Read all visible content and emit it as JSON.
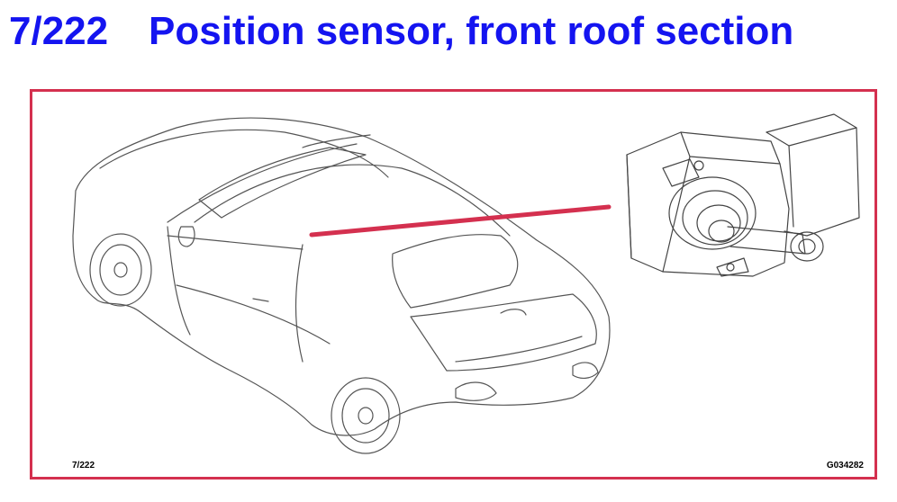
{
  "header": {
    "number": "7/222",
    "title": "Position sensor, front roof section"
  },
  "illustration": {
    "subject": "car",
    "detail": "position-sensor",
    "leader_color": "#d4304f"
  },
  "footer": {
    "page_ref": "7/222",
    "figure_code": "G034282"
  },
  "colors": {
    "title": "#1414f0",
    "frame": "#d4304f"
  }
}
